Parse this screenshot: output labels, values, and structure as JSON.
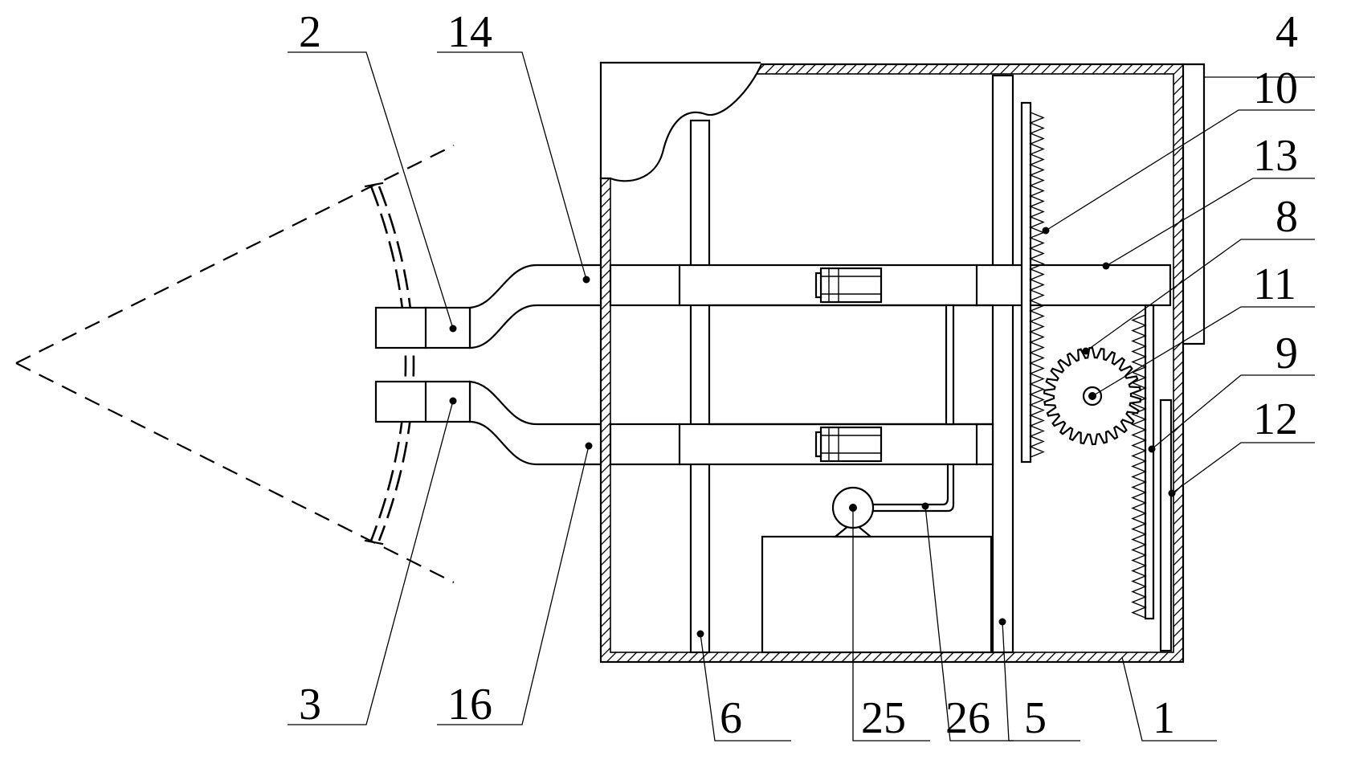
{
  "labels": {
    "n1": "1",
    "n2": "2",
    "n3": "3",
    "n4": "4",
    "n5": "5",
    "n6": "6",
    "n8": "8",
    "n9": "9",
    "n10": "10",
    "n11": "11",
    "n12": "12",
    "n13": "13",
    "n14": "14",
    "n16": "16",
    "n25": "25",
    "n26": "26"
  }
}
